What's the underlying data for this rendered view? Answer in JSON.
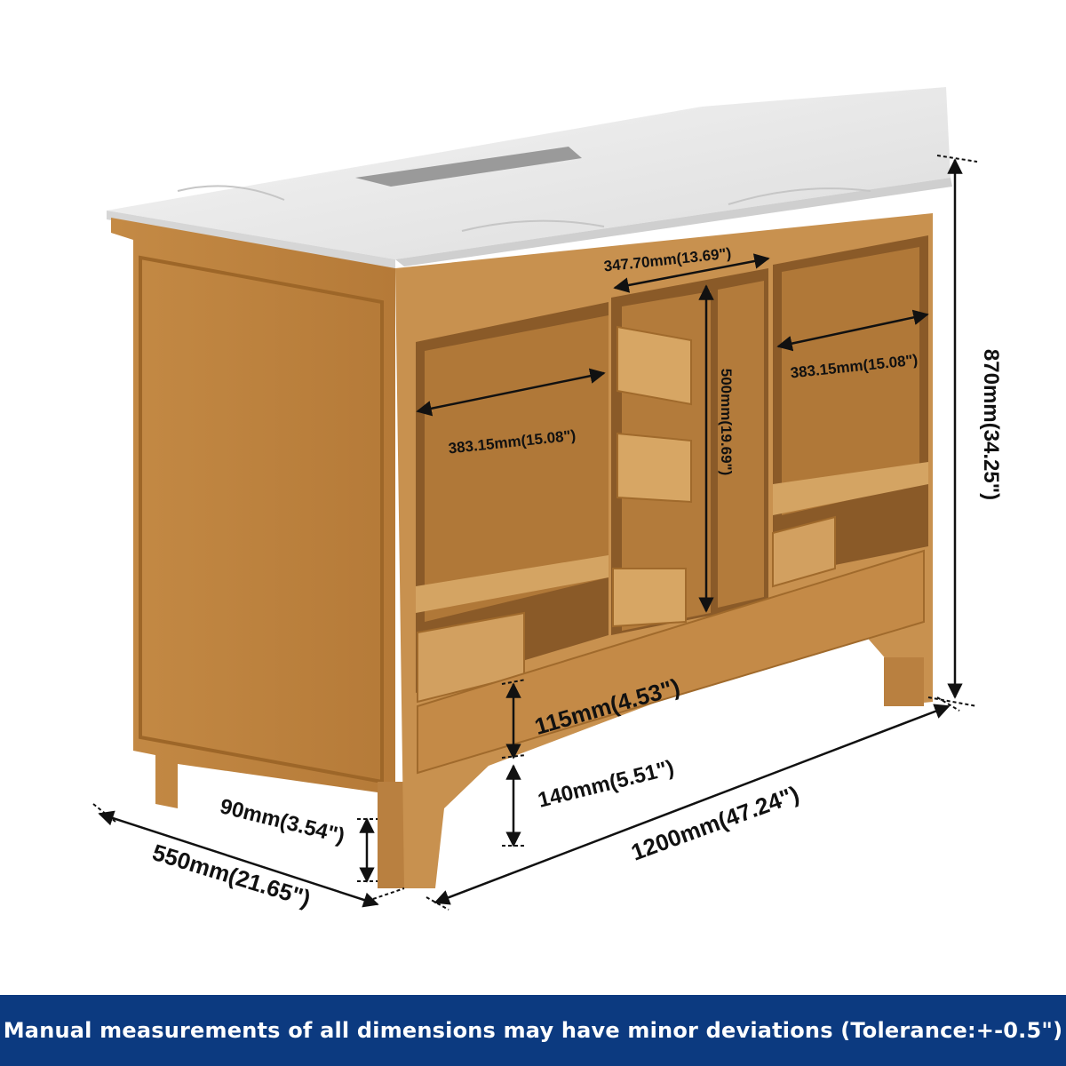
{
  "dimensions": {
    "top_center_opening": "347.70mm(13.69\")",
    "left_opening": "383.15mm(15.08\")",
    "right_opening": "383.15mm(15.08\")",
    "center_opening_height": "500mm(19.69\")",
    "total_height": "870mm(34.25\")",
    "toe_kick_height": "115mm(4.53\")",
    "clearance_height": "140mm(5.51\")",
    "leg_height": "90mm(3.54\")",
    "depth": "550mm(21.65\")",
    "width": "1200mm(47.24\")"
  },
  "footer": {
    "note": "Manual measurements of all dimensions may have minor deviations (Tolerance:+-0.5\")"
  },
  "colors": {
    "footer_background": "#0c3a80",
    "wood": "#c8914f",
    "wood_dark": "#a26a30",
    "countertop": "#e9e9e9"
  }
}
